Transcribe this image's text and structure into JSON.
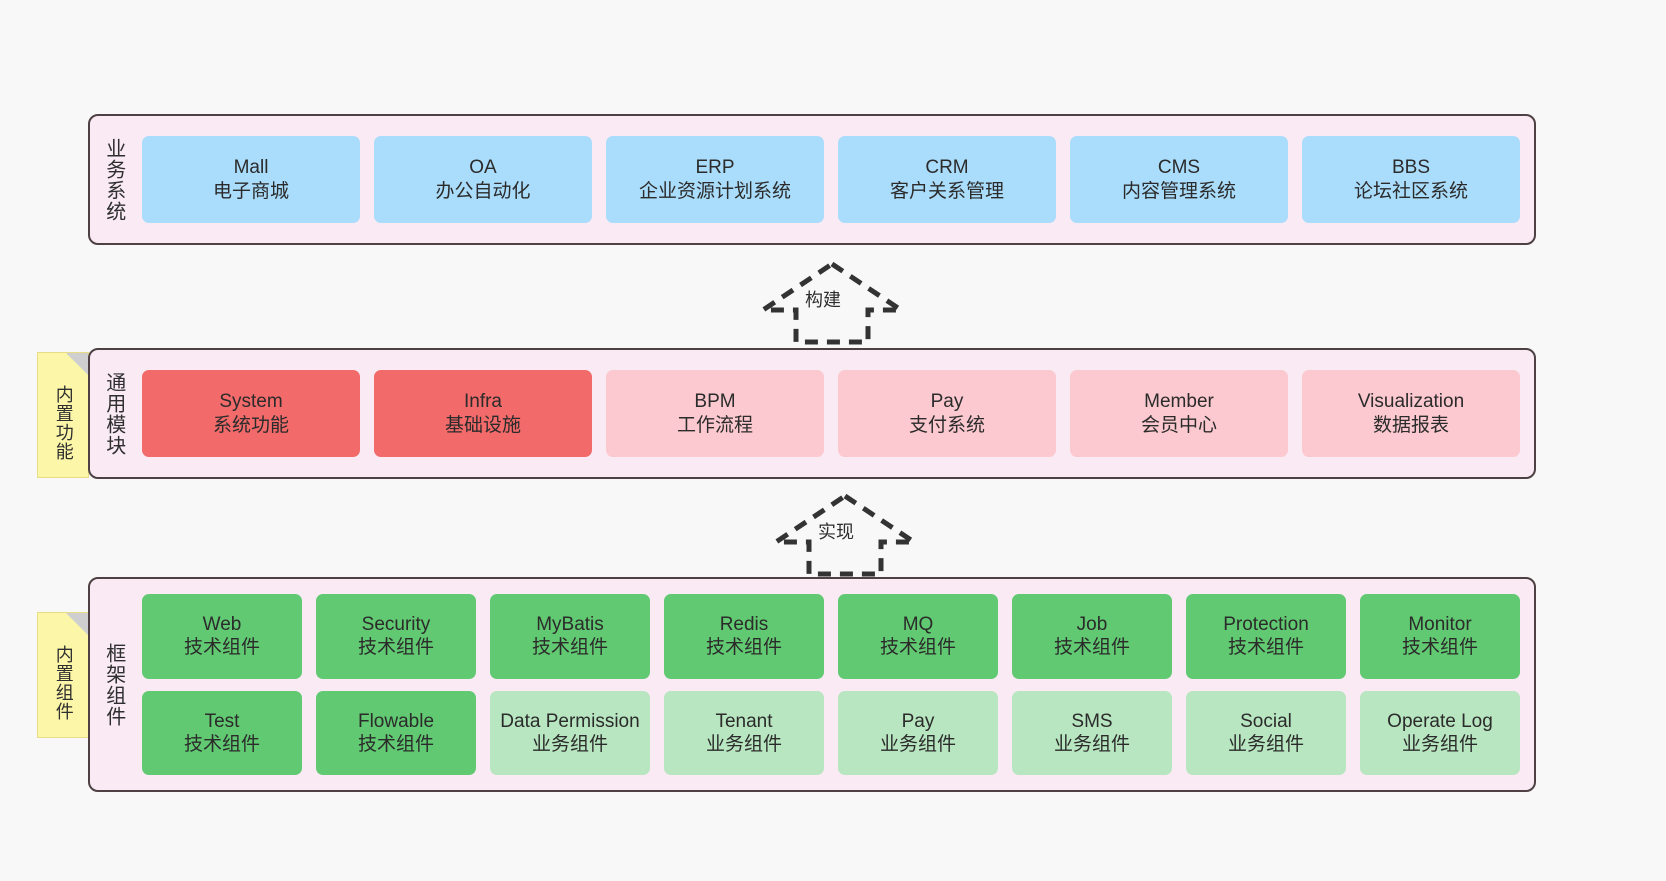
{
  "diagram": {
    "background": "#f8f8f8",
    "panel_bg": "#f9eaf4",
    "panel_border": "#4d4144",
    "note_bg": "#fcf6a8"
  },
  "layers": [
    {
      "id": "business",
      "title": "业务系统",
      "note": null,
      "cards": [
        {
          "name": "Mall",
          "desc": "电子商城",
          "color": "#aadcfb",
          "style": "blue"
        },
        {
          "name": "OA",
          "desc": "办公自动化",
          "color": "#aadcfb",
          "style": "blue"
        },
        {
          "name": "ERP",
          "desc": "企业资源计划系统",
          "color": "#aadcfb",
          "style": "blue"
        },
        {
          "name": "CRM",
          "desc": "客户关系管理",
          "color": "#aadcfb",
          "style": "blue"
        },
        {
          "name": "CMS",
          "desc": "内容管理系统",
          "color": "#aadcfb",
          "style": "blue"
        },
        {
          "name": "BBS",
          "desc": "论坛社区系统",
          "color": "#aadcfb",
          "style": "blue"
        }
      ]
    },
    {
      "id": "common",
      "title": "通用模块",
      "note": "内置功能",
      "cards": [
        {
          "name": "System",
          "desc": "系统功能",
          "color": "#f26a6a",
          "style": "red"
        },
        {
          "name": "Infra",
          "desc": "基础设施",
          "color": "#f26a6a",
          "style": "red"
        },
        {
          "name": "BPM",
          "desc": "工作流程",
          "color": "#fbc9cf",
          "style": "pink"
        },
        {
          "name": "Pay",
          "desc": "支付系统",
          "color": "#fbc9cf",
          "style": "pink"
        },
        {
          "name": "Member",
          "desc": "会员中心",
          "color": "#fbc9cf",
          "style": "pink"
        },
        {
          "name": "Visualization",
          "desc": "数据报表",
          "color": "#fbc9cf",
          "style": "pink"
        }
      ]
    },
    {
      "id": "framework",
      "title": "框架组件",
      "note": "内置组件",
      "rows": [
        [
          {
            "name": "Web",
            "desc": "技术组件",
            "color": "#61c971",
            "style": "green"
          },
          {
            "name": "Security",
            "desc": "技术组件",
            "color": "#61c971",
            "style": "green"
          },
          {
            "name": "MyBatis",
            "desc": "技术组件",
            "color": "#61c971",
            "style": "green"
          },
          {
            "name": "Redis",
            "desc": "技术组件",
            "color": "#61c971",
            "style": "green"
          },
          {
            "name": "MQ",
            "desc": "技术组件",
            "color": "#61c971",
            "style": "green"
          },
          {
            "name": "Job",
            "desc": "技术组件",
            "color": "#61c971",
            "style": "green"
          },
          {
            "name": "Protection",
            "desc": "技术组件",
            "color": "#61c971",
            "style": "green"
          },
          {
            "name": "Monitor",
            "desc": "技术组件",
            "color": "#61c971",
            "style": "green"
          }
        ],
        [
          {
            "name": "Test",
            "desc": "技术组件",
            "color": "#61c971",
            "style": "green"
          },
          {
            "name": "Flowable",
            "desc": "技术组件",
            "color": "#61c971",
            "style": "green"
          },
          {
            "name": "Data Permission",
            "desc": "业务组件",
            "color": "#b8e6c0",
            "style": "lightgreen"
          },
          {
            "name": "Tenant",
            "desc": "业务组件",
            "color": "#b8e6c0",
            "style": "lightgreen"
          },
          {
            "name": "Pay",
            "desc": "业务组件",
            "color": "#b8e6c0",
            "style": "lightgreen"
          },
          {
            "name": "SMS",
            "desc": "业务组件",
            "color": "#b8e6c0",
            "style": "lightgreen"
          },
          {
            "name": "Social",
            "desc": "业务组件",
            "color": "#b8e6c0",
            "style": "lightgreen"
          },
          {
            "name": "Operate Log",
            "desc": "业务组件",
            "color": "#b8e6c0",
            "style": "lightgreen"
          }
        ]
      ]
    }
  ],
  "arrows": [
    {
      "id": "build",
      "label": "构建",
      "direction": "up"
    },
    {
      "id": "implement",
      "label": "实现",
      "direction": "up"
    }
  ]
}
